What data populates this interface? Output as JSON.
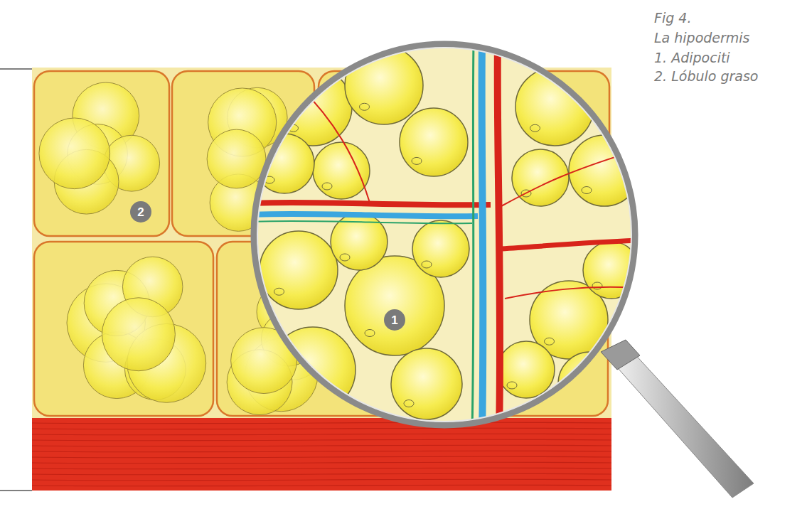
{
  "diagram": {
    "labels": [
      "Fig 4.",
      "La hipodermis",
      "1. Adipociti",
      "2. Lóbulo graso",
      "2",
      "1"
    ]
  }
}
